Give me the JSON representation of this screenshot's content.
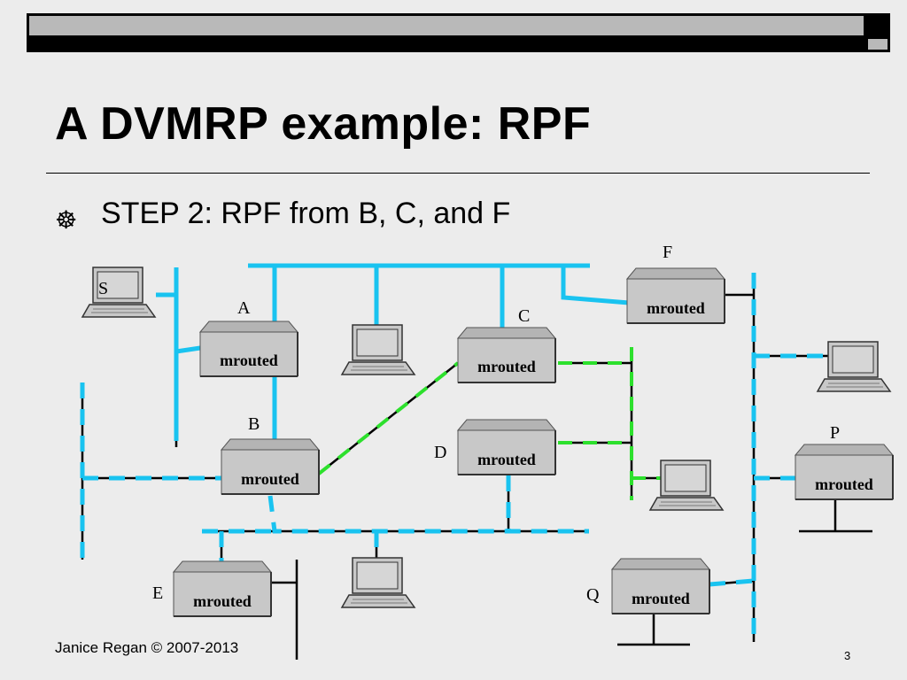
{
  "slide": {
    "title": "A DVMRP example: RPF",
    "bullet": "STEP 2: RPF from B, C, and F",
    "footer": "Janice Regan © 2007-2013",
    "page_number": "3"
  },
  "colors": {
    "active_link": "#19c3f0",
    "pruned_link": "#2de02d",
    "black": "#000000",
    "router_fill": "#c8c8c8"
  },
  "routers": [
    {
      "id": "A",
      "node_label": "A",
      "text": "mrouted"
    },
    {
      "id": "B",
      "node_label": "B",
      "text": "mrouted"
    },
    {
      "id": "C",
      "node_label": "C",
      "text": "mrouted"
    },
    {
      "id": "D",
      "node_label": "D",
      "text": "mrouted"
    },
    {
      "id": "E",
      "node_label": "E",
      "text": "mrouted"
    },
    {
      "id": "F",
      "node_label": "F",
      "text": "mrouted"
    },
    {
      "id": "P",
      "node_label": "P",
      "text": "mrouted"
    },
    {
      "id": "Q",
      "node_label": "Q",
      "text": "mrouted"
    }
  ],
  "source_host_label": "S"
}
